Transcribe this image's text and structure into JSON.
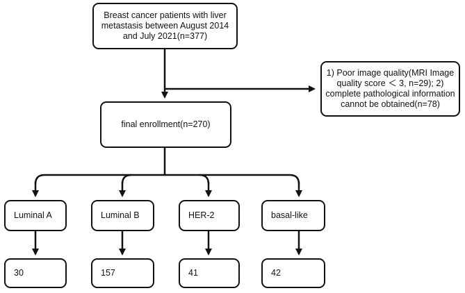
{
  "flowchart": {
    "start": "Breast cancer patients with liver\nmetastasis between August 2014\nand July 2021(n=377)",
    "exclusion": "1) Poor image quality(MRI Image\nquality score ＜ 3, n=29); 2)\ncomplete pathological information\ncannot be obtained(n=78)",
    "enrollment": "final enrollment(n=270)",
    "subtypes": [
      {
        "label": "Luminal A",
        "count": "30"
      },
      {
        "label": "Luminal B",
        "count": "157"
      },
      {
        "label": "HER-2",
        "count": "41"
      },
      {
        "label": "basal-like",
        "count": "42"
      }
    ]
  }
}
